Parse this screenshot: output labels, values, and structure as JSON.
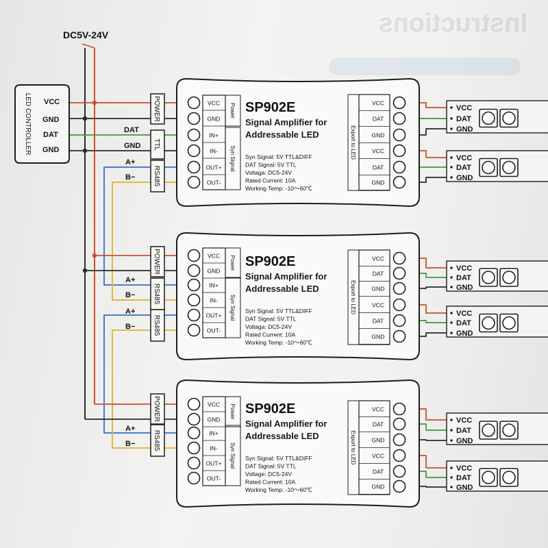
{
  "header": {
    "mirrored_title": "Instructions"
  },
  "supply": {
    "label": "DC5V-24V"
  },
  "controller": {
    "title": "LED CONTROLLER",
    "pins": [
      "VCC",
      "GND",
      "DAT",
      "GND"
    ]
  },
  "connectors": {
    "power": "POWER",
    "ttl": "TTL",
    "rs485": "RS485",
    "dat": "DAT",
    "gnd": "GND",
    "a_plus": "A+",
    "b_minus": "B−"
  },
  "amplifiers": [
    {
      "model": "SP902E",
      "subtitle_line1": "Signal Amplifier for",
      "subtitle_line2": "Addressable LED",
      "input_pins": [
        "VCC",
        "GND",
        "IN+",
        "IN-",
        "OUT+",
        "OUT-"
      ],
      "power_group": "Power",
      "signal_group": "Syn Signal",
      "specs": [
        "Syn Signal: 5V TTL&DIFF",
        "DAT Signal: 5V TTL",
        "Voltaga: DC5-24V",
        "Rated Current: 10A",
        "Working Temp: -10～60℃"
      ],
      "output_pins": [
        "VCC",
        "DAT",
        "GND",
        "VCC",
        "DAT",
        "GND"
      ],
      "export_label": "Export to LED"
    },
    {
      "model": "SP902E",
      "subtitle_line1": "Signal Amplifier for",
      "subtitle_line2": "Addressable LED",
      "input_pins": [
        "VCC",
        "GND",
        "IN+",
        "IN-",
        "OUT+",
        "OUT-"
      ],
      "power_group": "Power",
      "signal_group": "Syn Signal",
      "specs": [
        "Syn Signal: 5V TTL&DIFF",
        "DAT Signal: 5V TTL",
        "Voltaga: DC5-24V",
        "Rated Current: 10A",
        "Working Temp: -10～60℃"
      ],
      "output_pins": [
        "VCC",
        "DAT",
        "GND",
        "VCC",
        "DAT",
        "GND"
      ],
      "export_label": "Export to LED"
    },
    {
      "model": "SP902E",
      "subtitle_line1": "Signal Amplifier for",
      "subtitle_line2": "Addressable LED",
      "input_pins": [
        "VCC",
        "GND",
        "IN+",
        "IN-",
        "OUT+",
        "OUT-"
      ],
      "power_group": "Power",
      "signal_group": "Syn Signal",
      "specs": [
        "Syn Signal: 5V TTL&DIFF",
        "DAT Signal: 5V TTL",
        "Voltage: DC5-24V",
        "Rated Current: 10A",
        "Working Temp: -10～60℃"
      ],
      "output_pins": [
        "VCC",
        "DAT",
        "GND",
        "VCC",
        "DAT",
        "GND"
      ],
      "export_label": "Export to LED"
    }
  ],
  "led_strip": {
    "pins": [
      "VCC",
      "DAT",
      "GND"
    ]
  },
  "colors": {
    "vcc": "#c8502a",
    "gnd": "#2a2a2a",
    "dat": "#3d9a3a",
    "a_plus": "#2f6fd0",
    "b_minus": "#e0b12a",
    "outline": "#1c1c1c"
  }
}
